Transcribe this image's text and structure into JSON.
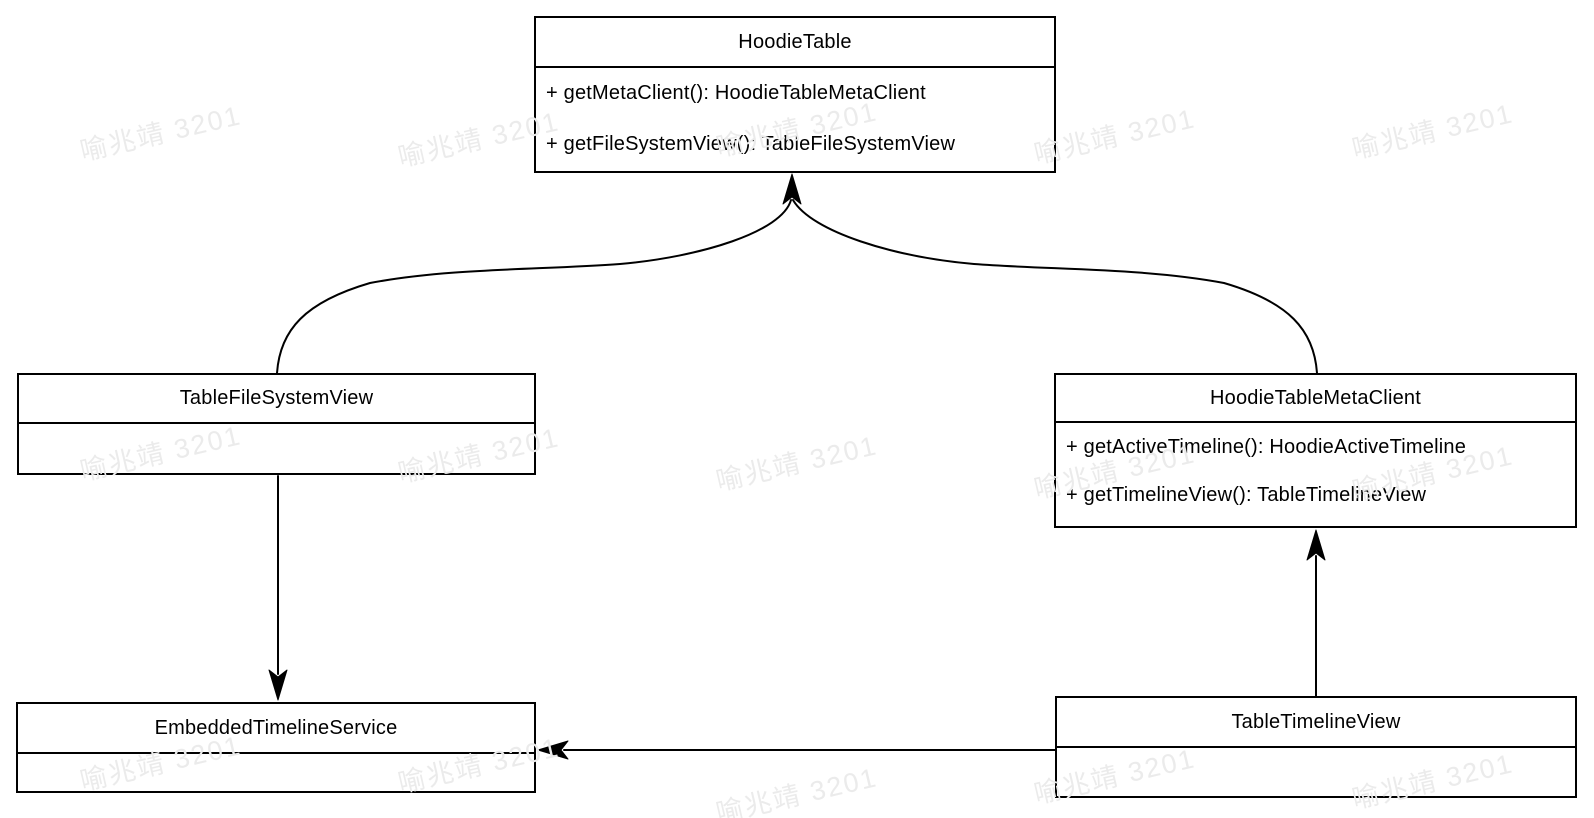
{
  "diagram": {
    "background": "#ffffff",
    "line_color": "#000000",
    "watermark": {
      "text": "喻兆靖 3201",
      "color": "#ebebeb"
    },
    "classes": {
      "hoodie_table": {
        "name": "HoodieTable",
        "methods": [
          "+ getMetaClient(): HoodieTableMetaClient",
          "+ getFileSystemView(): TableFileSystemView"
        ]
      },
      "table_file_system_view": {
        "name": "TableFileSystemView",
        "methods": []
      },
      "hoodie_table_meta_client": {
        "name": "HoodieTableMetaClient",
        "methods": [
          "+ getActiveTimeline(): HoodieActiveTimeline",
          "+ getTimelineView(): TableTimelineView"
        ]
      },
      "embedded_timeline_service": {
        "name": "EmbeddedTimelineService",
        "methods": []
      },
      "table_timeline_view": {
        "name": "TableTimelineView",
        "methods": []
      }
    },
    "relations": [
      {
        "from": "TableFileSystemView",
        "to": "HoodieTable",
        "style": "curved-arrow"
      },
      {
        "from": "HoodieTableMetaClient",
        "to": "HoodieTable",
        "style": "curved-arrow"
      },
      {
        "from": "TableFileSystemView",
        "to": "EmbeddedTimelineService",
        "style": "straight-arrow"
      },
      {
        "from": "TableTimelineView",
        "to": "EmbeddedTimelineService",
        "style": "straight-arrow"
      },
      {
        "from": "TableTimelineView",
        "to": "HoodieTableMetaClient",
        "style": "straight-arrow"
      }
    ]
  }
}
